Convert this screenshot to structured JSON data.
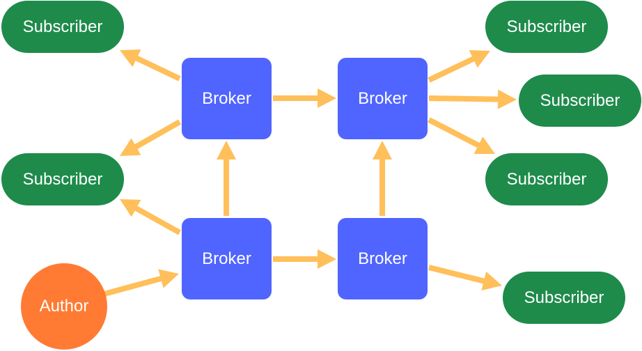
{
  "nodes": {
    "broker_top_left": "Broker",
    "broker_top_right": "Broker",
    "broker_bottom_left": "Broker",
    "broker_bottom_right": "Broker",
    "subscriber_left_top": "Subscriber",
    "subscriber_left_middle": "Subscriber",
    "subscriber_right_top": "Subscriber",
    "subscriber_right_upper_middle": "Subscriber",
    "subscriber_right_lower_middle": "Subscriber",
    "subscriber_right_bottom": "Subscriber",
    "author": "Author"
  },
  "edges": [
    {
      "from": "author",
      "to": "broker_bottom_left"
    },
    {
      "from": "broker_bottom_left",
      "to": "broker_top_left"
    },
    {
      "from": "broker_bottom_left",
      "to": "broker_bottom_right"
    },
    {
      "from": "broker_bottom_left",
      "to": "subscriber_left_middle"
    },
    {
      "from": "broker_top_left",
      "to": "subscriber_left_top"
    },
    {
      "from": "broker_top_left",
      "to": "subscriber_left_middle"
    },
    {
      "from": "broker_top_left",
      "to": "broker_top_right"
    },
    {
      "from": "broker_bottom_right",
      "to": "broker_top_right"
    },
    {
      "from": "broker_bottom_right",
      "to": "subscriber_right_bottom"
    },
    {
      "from": "broker_top_right",
      "to": "subscriber_right_top"
    },
    {
      "from": "broker_top_right",
      "to": "subscriber_right_upper_middle"
    },
    {
      "from": "broker_top_right",
      "to": "subscriber_right_lower_middle"
    }
  ],
  "colors": {
    "broker": "#5064ff",
    "subscriber": "#1e8b4b",
    "author": "#ff7a33",
    "arrow": "#ffbf5a",
    "text": "#ffffff"
  }
}
